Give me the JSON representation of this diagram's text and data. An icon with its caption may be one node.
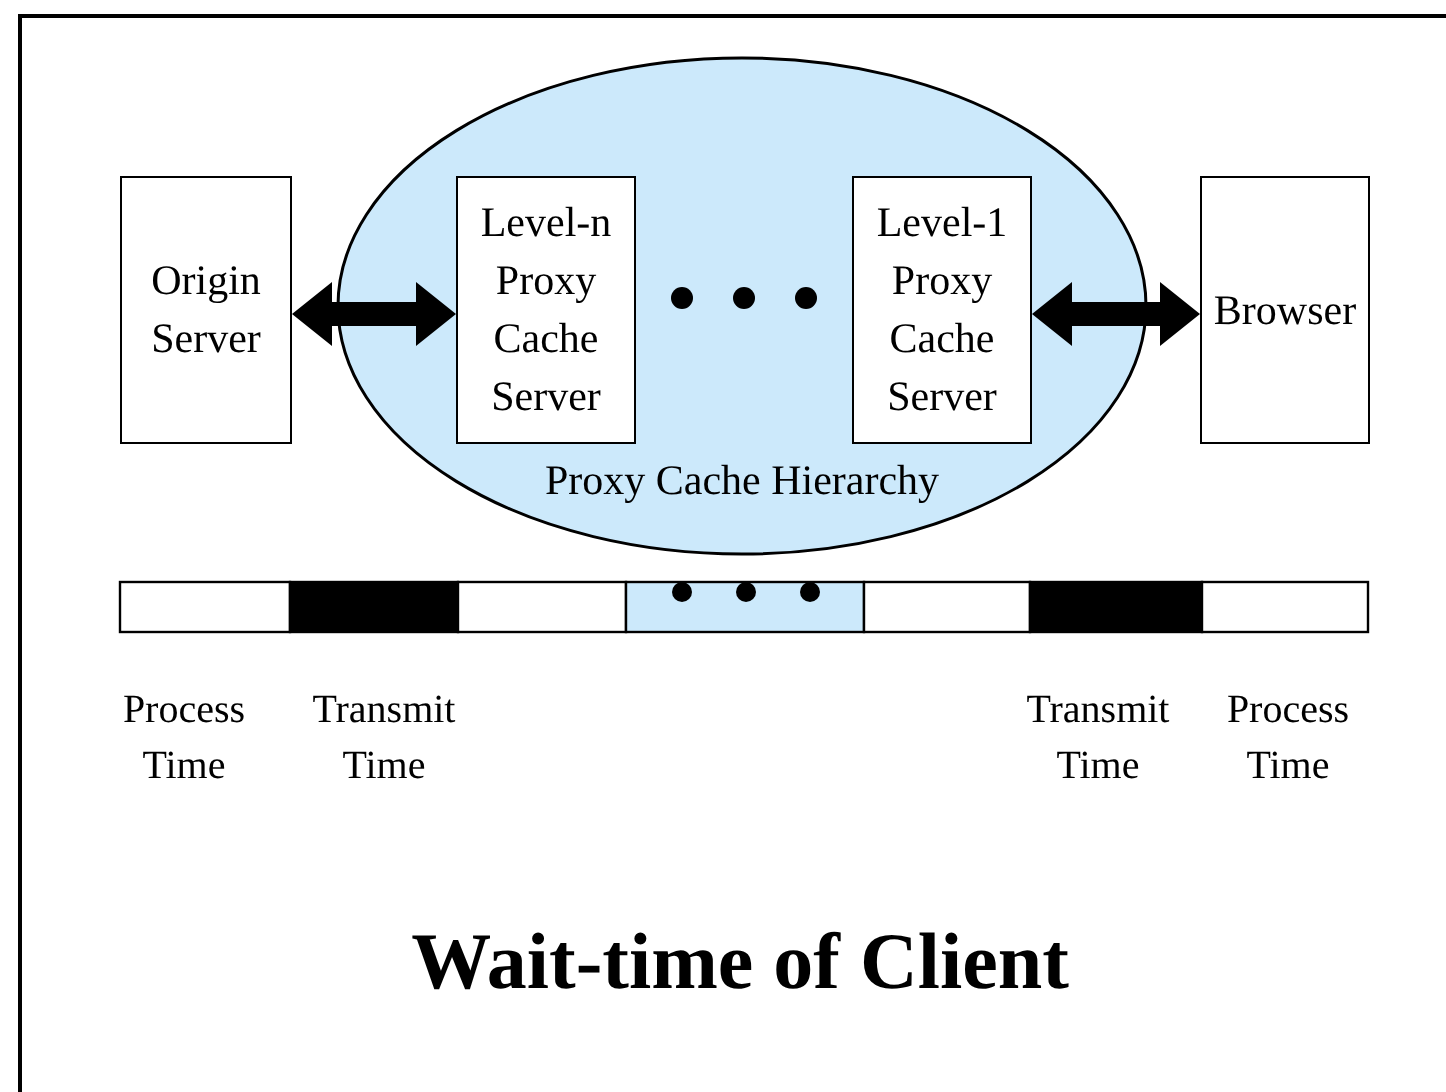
{
  "diagram": {
    "caption": "Wait-time of Client",
    "nodes": [
      {
        "text": [
          "Origin Server"
        ]
      },
      {
        "text": [
          "Proxy Cache Hierarchy"
        ]
      },
      {
        "text": [
          "Level-n Proxy Cache Server"
        ],
        "in": 1
      },
      {
        "text": [
          "Level-1 Proxy Cache Server"
        ],
        "in": 1
      },
      {
        "text": [
          "Browser"
        ]
      }
    ],
    "edges": [
      {
        "from": 0,
        "to": 2,
        "arrow": "both"
      },
      {
        "from": 3,
        "to": 4,
        "arrow": "both"
      }
    ],
    "labels": [
      "Process Time",
      "Transmit Time",
      "Transmit Time",
      "Process Time"
    ]
  }
}
